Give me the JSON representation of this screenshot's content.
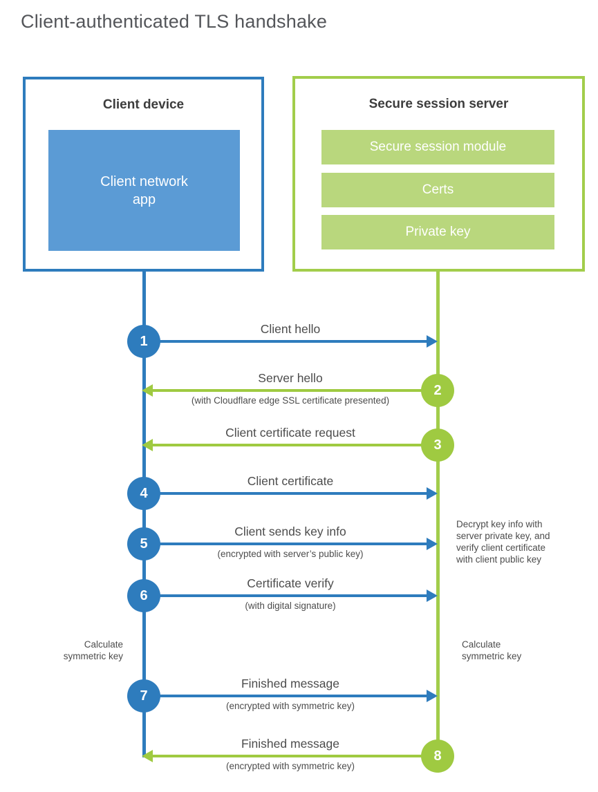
{
  "title": "Client-authenticated TLS handshake",
  "colors": {
    "blue": "#2e7cbd",
    "blue_light": "#5b9bd5",
    "green": "#9fca41",
    "green_border": "#a2cd4b",
    "green_light": "#b9d77d",
    "text": "#4c4c4c"
  },
  "client": {
    "title": "Client device",
    "app_label": "Client network\napp"
  },
  "server": {
    "title": "Secure session server",
    "modules": [
      "Secure session module",
      "Certs",
      "Private key"
    ]
  },
  "steps": [
    {
      "num": "1",
      "direction": "client-to-server",
      "label": "Client hello",
      "sub": ""
    },
    {
      "num": "2",
      "direction": "server-to-client",
      "label": "Server hello",
      "sub": "(with Cloudflare edge SSL certificate presented)"
    },
    {
      "num": "3",
      "direction": "server-to-client",
      "label": "Client certificate request",
      "sub": ""
    },
    {
      "num": "4",
      "direction": "client-to-server",
      "label": "Client certificate",
      "sub": ""
    },
    {
      "num": "5",
      "direction": "client-to-server",
      "label": "Client sends key info",
      "sub": "(encrypted with server’s public key)"
    },
    {
      "num": "6",
      "direction": "client-to-server",
      "label": "Certificate verify",
      "sub": "(with digital signature)"
    },
    {
      "num": "7",
      "direction": "client-to-server",
      "label": "Finished message",
      "sub": "(encrypted with symmetric key)"
    },
    {
      "num": "8",
      "direction": "server-to-client",
      "label": "Finished message",
      "sub": "(encrypted with symmetric key)"
    }
  ],
  "notes": {
    "decrypt": "Decrypt key info with\nserver private key, and\nverify client certificate\nwith client public key",
    "calc_left": "Calculate\nsymmetric key",
    "calc_right": "Calculate\nsymmetric key"
  }
}
